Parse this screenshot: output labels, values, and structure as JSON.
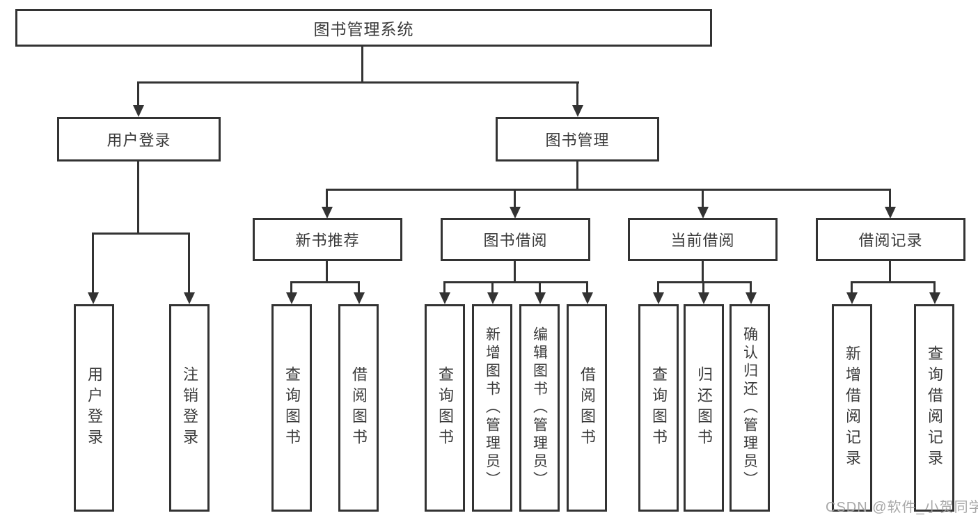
{
  "colors": {
    "line": "#333333",
    "text": "#3a3a3a",
    "background": "#ffffff",
    "watermark": "#9e9e9e"
  },
  "watermark": "CSDN @软件_小贺同学",
  "tree": {
    "root": "图书管理系统",
    "branches": [
      {
        "label": "用户登录",
        "children": [
          {
            "label": "用户登录"
          },
          {
            "label": "注销登录"
          }
        ]
      },
      {
        "label": "图书管理",
        "groups": [
          {
            "label": "新书推荐",
            "children": [
              {
                "label": "查询图书"
              },
              {
                "label": "借阅图书"
              }
            ]
          },
          {
            "label": "图书借阅",
            "children": [
              {
                "label": "查询图书"
              },
              {
                "label": "新增图书（管理员）"
              },
              {
                "label": "编辑图书（管理员）"
              },
              {
                "label": "借阅图书"
              }
            ]
          },
          {
            "label": "当前借阅",
            "children": [
              {
                "label": "查询图书"
              },
              {
                "label": "归还图书"
              },
              {
                "label": "确认归还（管理员）"
              }
            ]
          },
          {
            "label": "借阅记录",
            "children": [
              {
                "label": "新增借阅记录"
              },
              {
                "label": "查询借阅记录"
              }
            ]
          }
        ]
      }
    ]
  }
}
